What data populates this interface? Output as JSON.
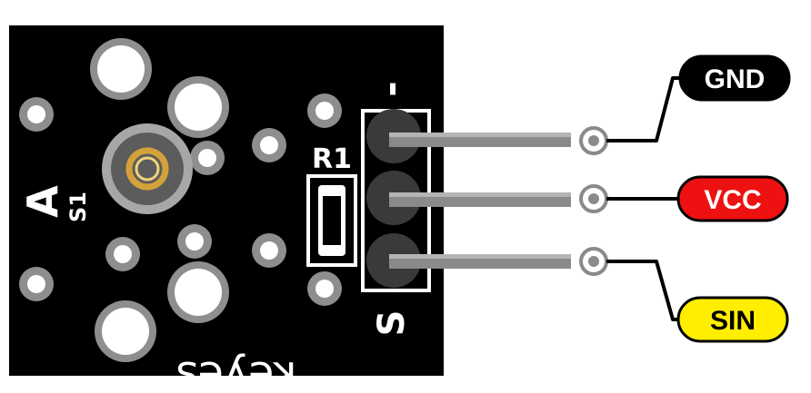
{
  "board": {
    "brand_text": "keyes",
    "component_label": "R1",
    "vertical_label": "A",
    "vertical_sublabel": "S1",
    "pin_minus_mark": "-",
    "pin_s_mark": "S"
  },
  "pins": [
    {
      "label": "GND",
      "bg": "#000000",
      "fg": "#ffffff"
    },
    {
      "label": "VCC",
      "bg": "#ee1111",
      "fg": "#ffffff"
    },
    {
      "label": "SIN",
      "bg": "#ffee00",
      "fg": "#000000"
    }
  ],
  "colors": {
    "board": "#000000",
    "pad_ring": "#8e8e8e",
    "pad_hole": "#ffffff",
    "header_pin": "#3a3a3a",
    "lead": "#8a8a8a",
    "lead_highlight": "#b4b4b4",
    "component_gold": "#d4a23a"
  }
}
